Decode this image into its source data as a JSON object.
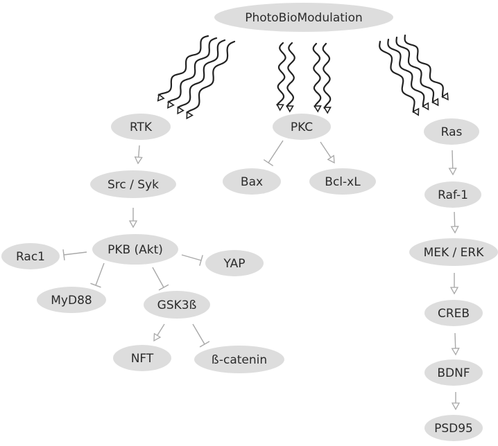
{
  "diagram": {
    "nodes": {
      "pbm": "PhotoBioModulation",
      "rtk": "RTK",
      "pkc": "PKC",
      "ras": "Ras",
      "src_syk": "Src / Syk",
      "bax": "Bax",
      "bcl_xl": "Bcl-xL",
      "raf1": "Raf-1",
      "pkb_akt": "PKB (Akt)",
      "rac1": "Rac1",
      "yap": "YAP",
      "myd88": "MyD88",
      "gsk3b": "GSK3ß",
      "mek_erk": "MEK / ERK",
      "creb": "CREB",
      "nft": "NFT",
      "b_catenin": "ß-catenin",
      "bdnf": "BDNF",
      "psd95": "PSD95"
    },
    "edges": [
      {
        "from": "pbm",
        "to": "rtk",
        "type": "light-waves"
      },
      {
        "from": "pbm",
        "to": "pkc",
        "type": "light-waves"
      },
      {
        "from": "pbm",
        "to": "ras",
        "type": "light-waves"
      },
      {
        "from": "rtk",
        "to": "src_syk",
        "type": "activation"
      },
      {
        "from": "src_syk",
        "to": "pkb_akt",
        "type": "activation"
      },
      {
        "from": "pkb_akt",
        "to": "rac1",
        "type": "inhibition"
      },
      {
        "from": "pkb_akt",
        "to": "yap",
        "type": "inhibition"
      },
      {
        "from": "pkb_akt",
        "to": "myd88",
        "type": "inhibition"
      },
      {
        "from": "pkb_akt",
        "to": "gsk3b",
        "type": "inhibition"
      },
      {
        "from": "gsk3b",
        "to": "nft",
        "type": "activation"
      },
      {
        "from": "gsk3b",
        "to": "b_catenin",
        "type": "inhibition"
      },
      {
        "from": "pkc",
        "to": "bax",
        "type": "inhibition"
      },
      {
        "from": "pkc",
        "to": "bcl_xl",
        "type": "activation"
      },
      {
        "from": "ras",
        "to": "raf1",
        "type": "activation"
      },
      {
        "from": "raf1",
        "to": "mek_erk",
        "type": "activation"
      },
      {
        "from": "mek_erk",
        "to": "creb",
        "type": "activation"
      },
      {
        "from": "creb",
        "to": "bdnf",
        "type": "activation"
      },
      {
        "from": "bdnf",
        "to": "psd95",
        "type": "activation"
      }
    ],
    "colors": {
      "node_fill": "#dddddd",
      "node_text": "#2b2b2b",
      "edge": "#a8a8a8",
      "wave": "#222222"
    }
  }
}
